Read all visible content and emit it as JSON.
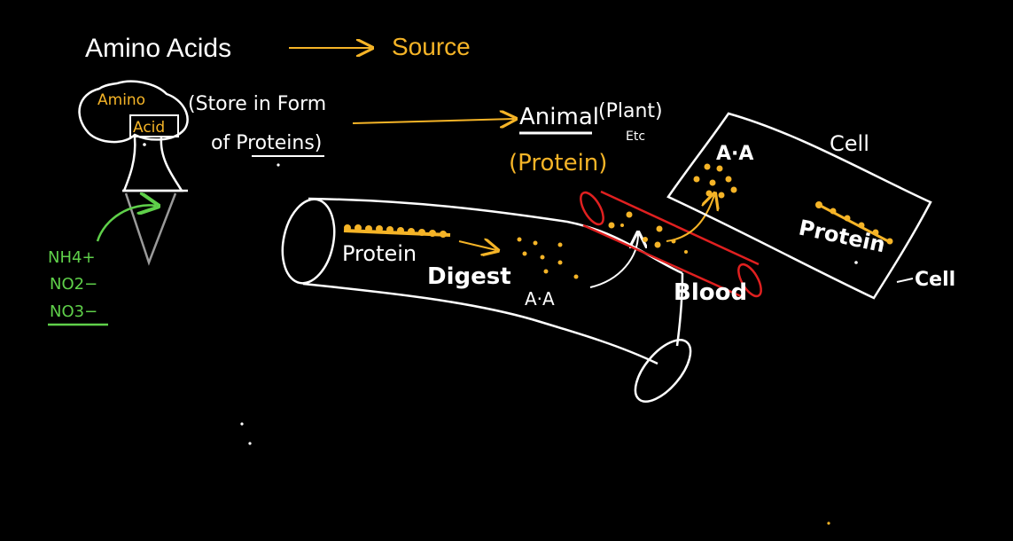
{
  "header": {
    "title": "Amino Acids",
    "source": "Source"
  },
  "plant": {
    "amino": "Amino",
    "acid": "Acid",
    "store_line1": "(Store in Form",
    "store_line2": "of Proteins)",
    "nitrogen": [
      "NH4+",
      "NO2−",
      "NO3−"
    ]
  },
  "animal": {
    "animal": "Animal",
    "plant_etc": "(Plant)",
    "etc": "Etc",
    "protein": "(Protein)"
  },
  "gut": {
    "protein": "Protein",
    "digest": "Digest",
    "aa": "A·A"
  },
  "blood": {
    "label": "Blood"
  },
  "cell": {
    "cell_label": "Cell",
    "aa": "A·A",
    "protein": "Protein",
    "cell_label_2": "Cell"
  },
  "colors": {
    "background": "#000000",
    "white_ink": "#ffffff",
    "orange_ink": "#f5b427",
    "green_ink": "#5fd04a",
    "red_ink": "#e02020",
    "gray_ink": "#9a9a9a"
  }
}
